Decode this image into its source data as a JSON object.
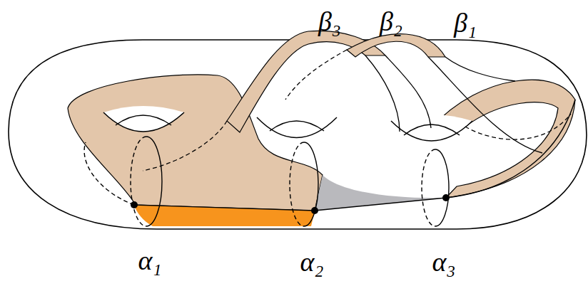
{
  "diagram": {
    "labels": [
      "β₃",
      "β₂",
      "β₁",
      "α₁",
      "α₂",
      "α₃"
    ]
  }
}
